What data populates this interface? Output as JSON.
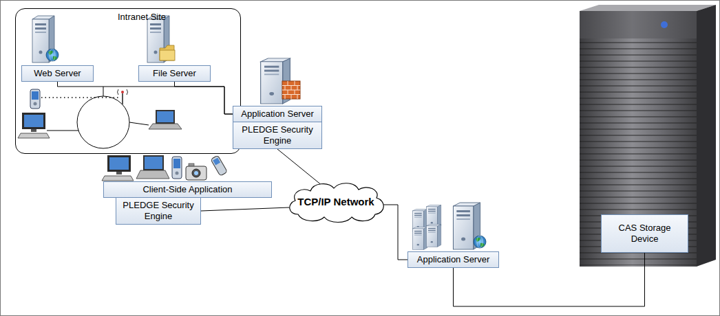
{
  "diagram": {
    "nodes": [
      {
        "text": [
          "Intranet Site"
        ]
      },
      {
        "text": [
          "Web Server"
        ],
        "in": 0
      },
      {
        "text": [
          "File Server"
        ],
        "in": 0
      },
      {
        "text": [
          "Application Server"
        ]
      },
      {
        "text": [
          "PLEDGE Security Engine"
        ]
      },
      {
        "text": [
          "Client-Side Application"
        ]
      },
      {
        "text": [
          "PLEDGE Security Engine"
        ]
      },
      {
        "text": [
          "TCP/IP Network"
        ]
      },
      {
        "text": [
          "Application Server"
        ]
      },
      {
        "text": [
          "CAS Storage Device"
        ]
      }
    ],
    "edges": [
      {
        "from": 1,
        "to": 3,
        "arrow": "none"
      },
      {
        "from": 2,
        "to": 3,
        "arrow": "none"
      },
      {
        "from": 4,
        "to": 7,
        "arrow": "none"
      },
      {
        "from": 6,
        "to": 7,
        "arrow": "none"
      },
      {
        "from": 7,
        "to": 8,
        "arrow": "none"
      },
      {
        "from": 8,
        "to": 9,
        "arrow": "none"
      }
    ]
  }
}
